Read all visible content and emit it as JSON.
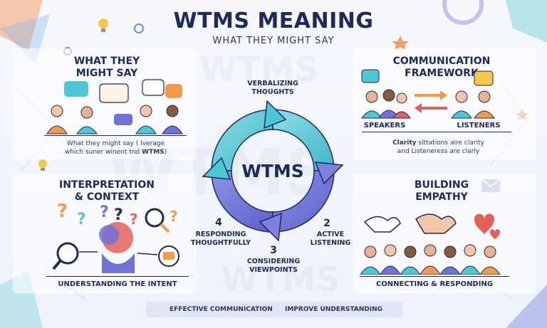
{
  "header": {
    "title": "WTMS MEANING",
    "subtitle": "WHAT THEY MIGHT SAY"
  },
  "top_left": {
    "title_line1": "WHAT THEY",
    "title_line2": "MIGHT SAY",
    "desc_line1": "What they might say ( lverage",
    "desc_line2_pre": "which suner winent tnd ",
    "desc_line2_bold": "WTMS",
    "desc_line2_post": ")"
  },
  "top_right": {
    "title_line1": "COMMUNICATION",
    "title_line2": "FRAMEWORK",
    "speakers": "SPEAKERS",
    "listeners": "LISTENERS",
    "desc_line1_bold": "Clarity",
    "desc_line1_rest": " sittations aire clarity",
    "desc_line2": "and Listeneress are clarly"
  },
  "bottom_left": {
    "title_line1": "INTERPRETATION",
    "title_line2": "& CONTEXT",
    "caption": "UNDERSTANDING THE INTENT"
  },
  "bottom_right": {
    "title_line1": "BUILDING",
    "title_line2": "EMPATHY",
    "caption": "CONNECTING & RESPONDING"
  },
  "cycle": {
    "center": "WTMS",
    "step1_line1": "VERBALIZING",
    "step1_line2": "THOUGHTS",
    "step2_num": "2",
    "step2_line1": "ACTIVE",
    "step2_line2": "LISTENING",
    "step3_num": "3",
    "step3_line1": "CONSIDERING",
    "step3_line2": "VIEWPOINTS",
    "step4_num": "4",
    "step4_line1": "RESPONDING",
    "step4_line2": "THOUGHTFULLY"
  },
  "footer": {
    "item1": "EFFECTIVE COMMUNICATION",
    "item2": "IMPROVE UNDERSTANDING"
  },
  "watermark": "WTMS",
  "bubble_text": "• • •",
  "question_mark": "?",
  "colors": {
    "navy": "#1d2a5c",
    "teal": "#4fc6d4",
    "purple": "#6f73d6",
    "orange": "#f29a4a",
    "red": "#e5605a"
  }
}
